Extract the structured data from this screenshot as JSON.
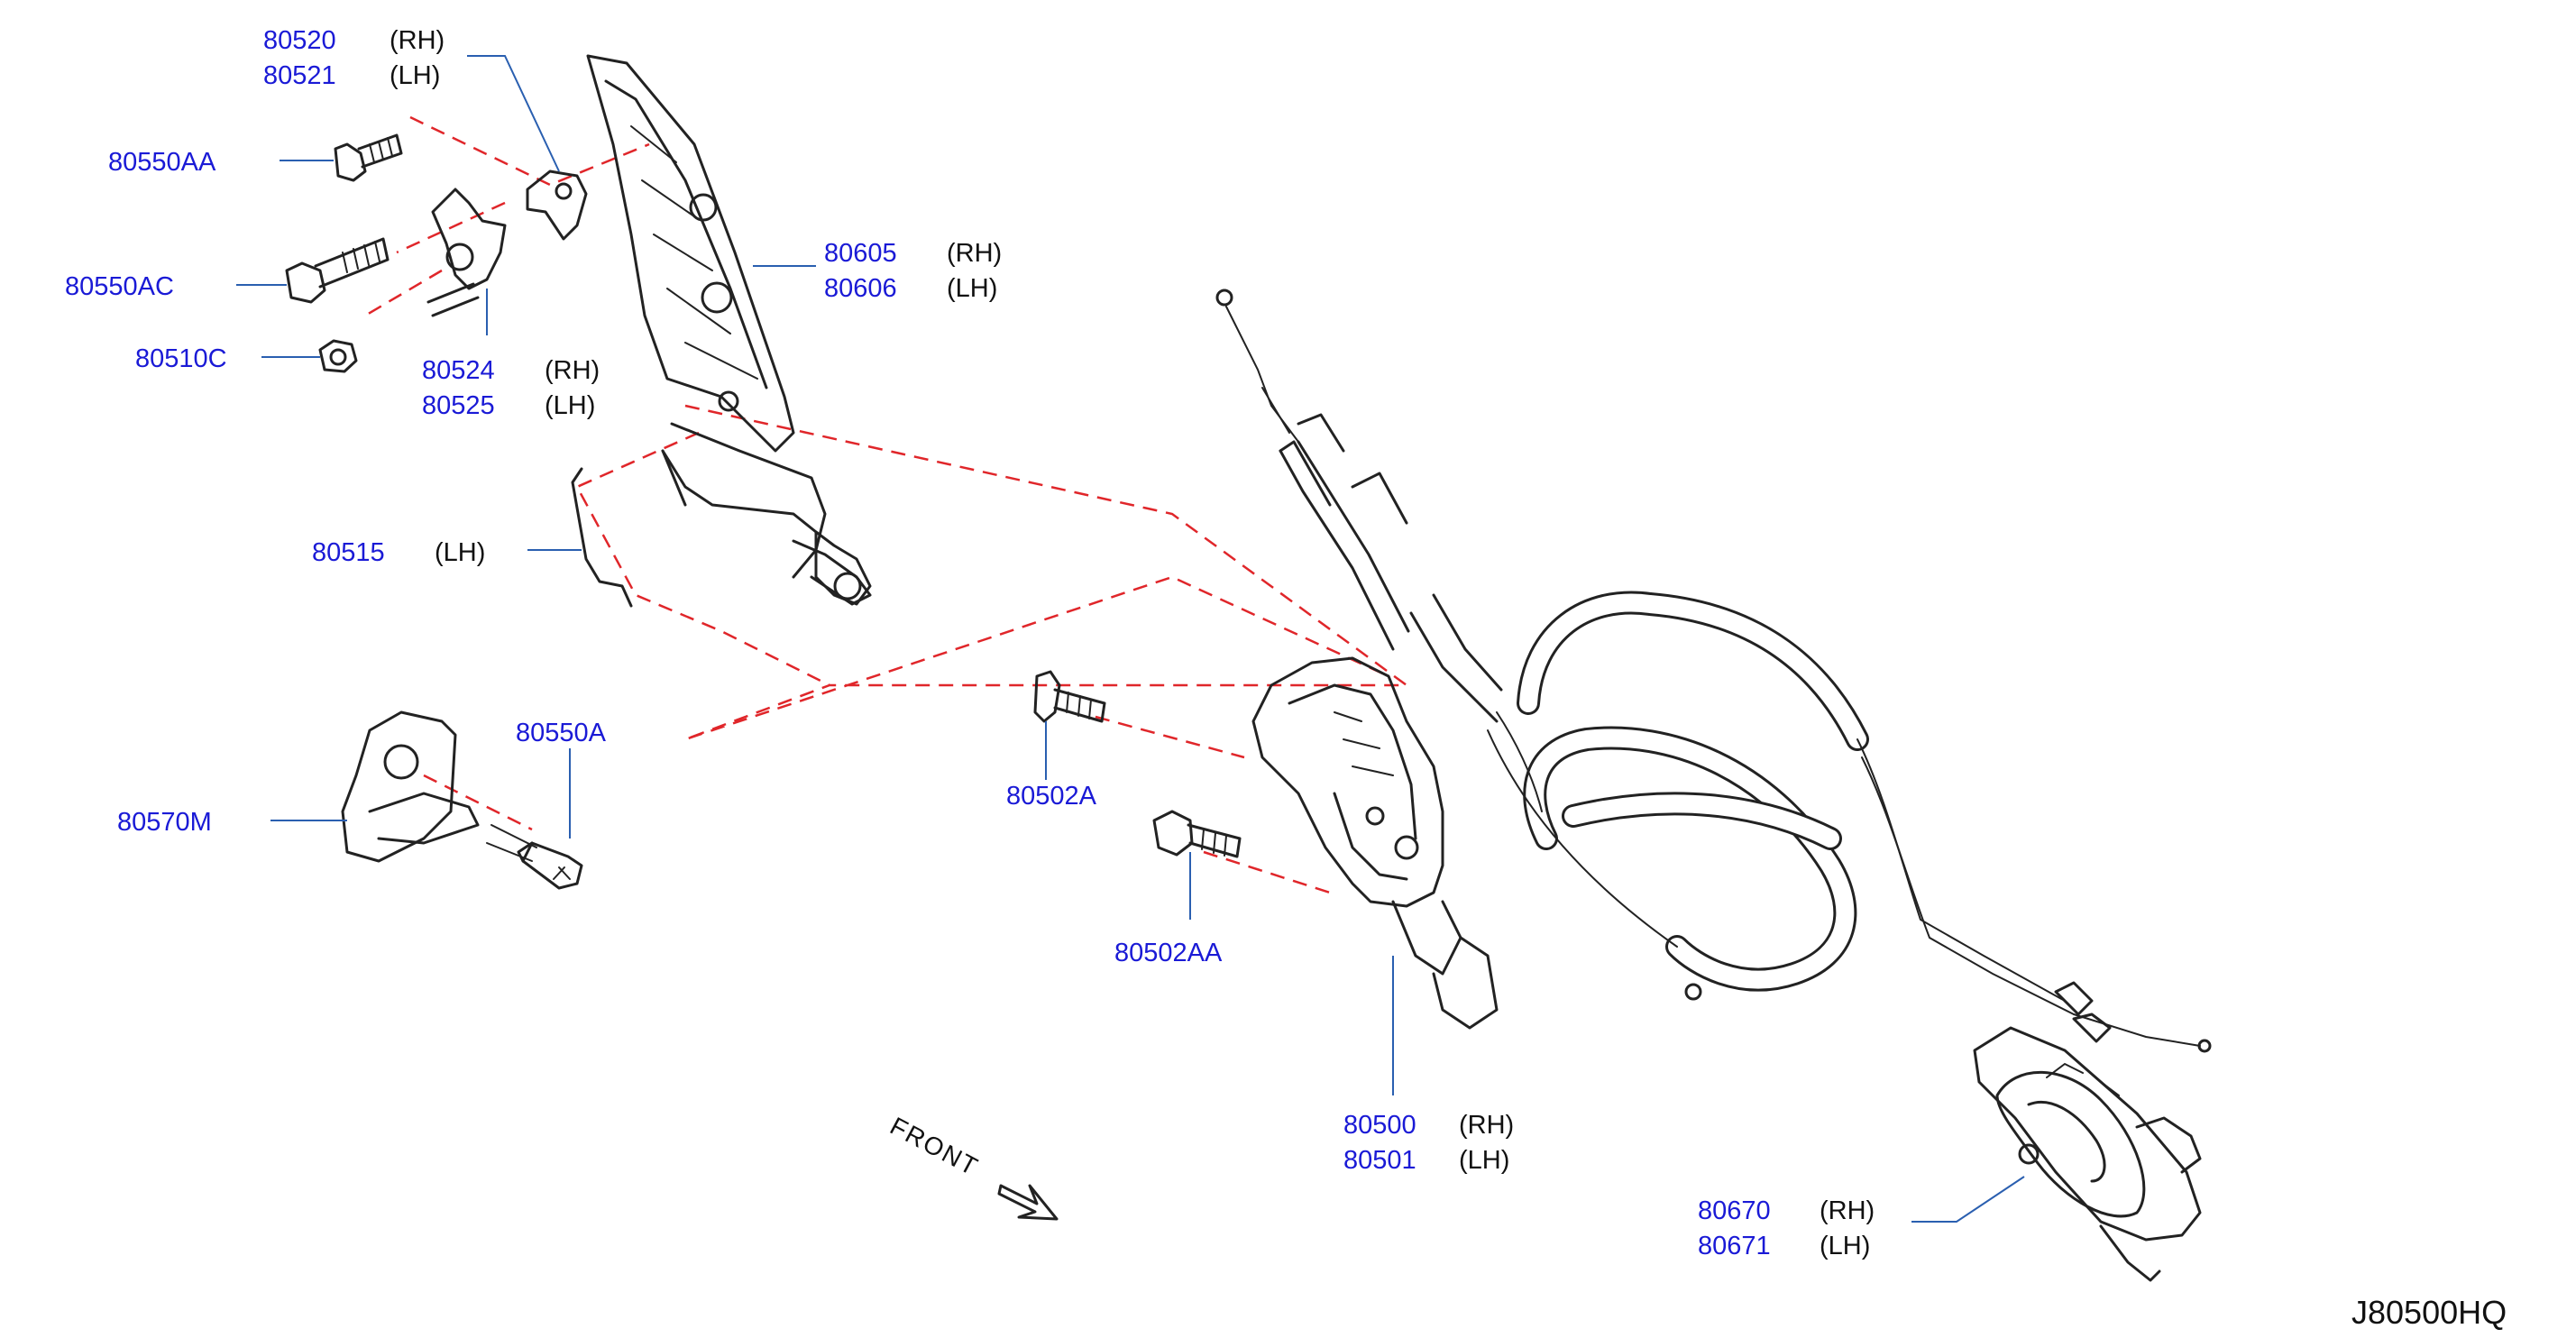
{
  "diagram_code": "J80500HQ",
  "front_label": "FRONT",
  "callouts": [
    {
      "id": "c80520",
      "pn": "80520",
      "side": "(RH)"
    },
    {
      "id": "c80521",
      "pn": "80521",
      "side": "(LH)"
    },
    {
      "id": "c80550AA",
      "pn": "80550AA",
      "side": ""
    },
    {
      "id": "c80550AC",
      "pn": "80550AC",
      "side": ""
    },
    {
      "id": "c80510C",
      "pn": "80510C",
      "side": ""
    },
    {
      "id": "c80524",
      "pn": "80524",
      "side": "(RH)"
    },
    {
      "id": "c80525",
      "pn": "80525",
      "side": "(LH)"
    },
    {
      "id": "c80605",
      "pn": "80605",
      "side": "(RH)"
    },
    {
      "id": "c80606",
      "pn": "80606",
      "side": "(LH)"
    },
    {
      "id": "c80515",
      "pn": "80515",
      "side": "(LH)"
    },
    {
      "id": "c80550A",
      "pn": "80550A",
      "side": ""
    },
    {
      "id": "c80570M",
      "pn": "80570M",
      "side": ""
    },
    {
      "id": "c80502A",
      "pn": "80502A",
      "side": ""
    },
    {
      "id": "c80502AA",
      "pn": "80502AA",
      "side": ""
    },
    {
      "id": "c80500",
      "pn": "80500",
      "side": "(RH)"
    },
    {
      "id": "c80501",
      "pn": "80501",
      "side": "(LH)"
    },
    {
      "id": "c80670",
      "pn": "80670",
      "side": "(RH)"
    },
    {
      "id": "c80671",
      "pn": "80671",
      "side": "(LH)"
    }
  ],
  "colors": {
    "part_number": "#1a1ad6",
    "leader": "#2a5fb0",
    "dashed_guide": "#e0262a",
    "linework": "#222222"
  }
}
